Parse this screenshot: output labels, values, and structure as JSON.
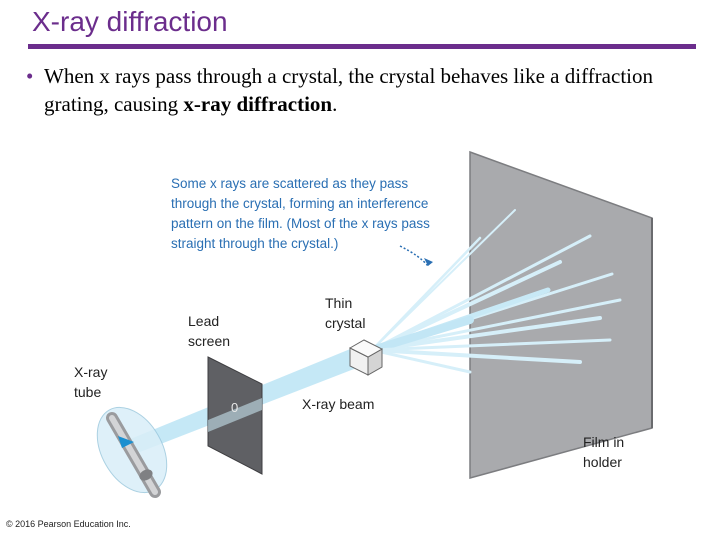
{
  "slide": {
    "title": "X-ray diffraction",
    "bullet": {
      "text_before": "When x rays pass through a crystal, the crystal behaves like a diffraction grating, causing ",
      "bold_term": "x-ray diffraction",
      "text_after": "."
    },
    "copyright": "© 2016 Pearson Education Inc."
  },
  "diagram": {
    "note_lines": [
      "Some x rays are scattered as they pass",
      "through the crystal, forming an interference",
      "pattern on the film. (Most of the x rays pass",
      "straight through the crystal.)"
    ],
    "labels": {
      "thin_crystal": [
        "Thin",
        "crystal"
      ],
      "lead_screen": [
        "Lead",
        "screen"
      ],
      "xray_tube": [
        "X-ray",
        "tube"
      ],
      "xray_beam": "X-ray beam",
      "film_in_holder": [
        "Film in",
        "holder"
      ],
      "aperture": "0"
    },
    "colors": {
      "title": "#6b2d8c",
      "note_text": "#2a6fb3",
      "beam": "#bfe6f5",
      "film": "#a9aaad",
      "screen": "#5f6064"
    }
  }
}
